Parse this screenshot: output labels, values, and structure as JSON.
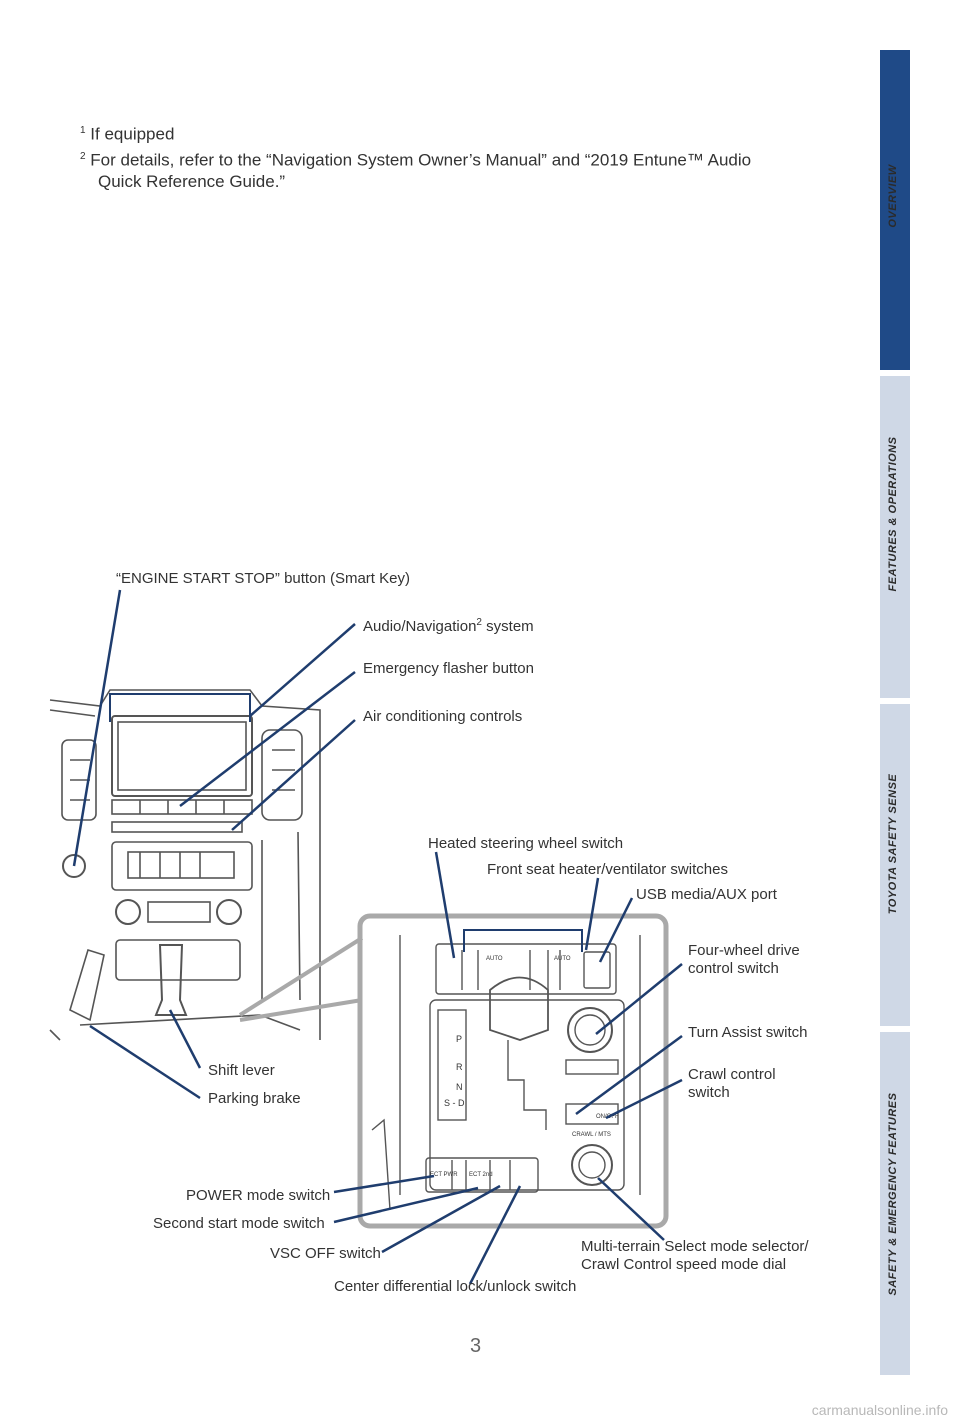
{
  "footnotes": {
    "note1_mark": "1",
    "note1": "If equipped",
    "note2_mark": "2",
    "note2_line1": "For details, refer to the “Navigation System Owner’s Manual” and “2019 Entune™ Audio",
    "note2_line2": "Quick Reference Guide.”"
  },
  "sidebar": {
    "tabs": [
      "OVERVIEW",
      "FEATURES & OPERATIONS",
      "TOYOTA SAFETY SENSE",
      "SAFETY & EMERGENCY FEATURES"
    ],
    "active_tab": "OVERVIEW",
    "active_color": "#1f4a87",
    "inactive_color": "#cfd8e6"
  },
  "labels": {
    "engine_start": "“ENGINE START STOP” button (Smart Key)",
    "audio_nav": "Audio/Navigation",
    "audio_nav_mark": "2",
    "audio_nav_suffix": "system",
    "emergency_flasher": "Emergency flasher button",
    "air_conditioning": "Air conditioning controls",
    "heated_steering": "Heated steering wheel switch",
    "front_seat": "Front seat heater/ventilator switches",
    "usb": "USB media/AUX port",
    "four_wheel_1": "Four-wheel drive",
    "four_wheel_2": "control switch",
    "turn_assist": "Turn Assist switch",
    "crawl_1": "Crawl control",
    "crawl_2": "switch",
    "shift_lever": "Shift lever",
    "parking_brake": "Parking brake",
    "power_mode": "POWER mode switch",
    "second_start": "Second start mode switch",
    "vsc_off": "VSC OFF switch",
    "multi_terrain_1": "Multi-terrain Select mode selector/",
    "multi_terrain_2": "Crawl Control speed mode dial",
    "center_diff": "Center differential lock/unlock switch"
  },
  "console": {
    "gear_letters": [
      "P",
      "R",
      "N",
      "S - D"
    ],
    "switch_ect_pwr": "ECT PWR",
    "switch_ect_2nd": "ECT 2nd",
    "auto_label": "AUTO",
    "crawl_label": "CRAWL / MTS",
    "onoff_label": "ON/OFF"
  },
  "colors": {
    "leader_line": "#1f3d6e",
    "drawing": "#555555",
    "callout_frame": "#a9a9a9"
  },
  "page_number": "3",
  "watermark": "carmanualsonline.info"
}
